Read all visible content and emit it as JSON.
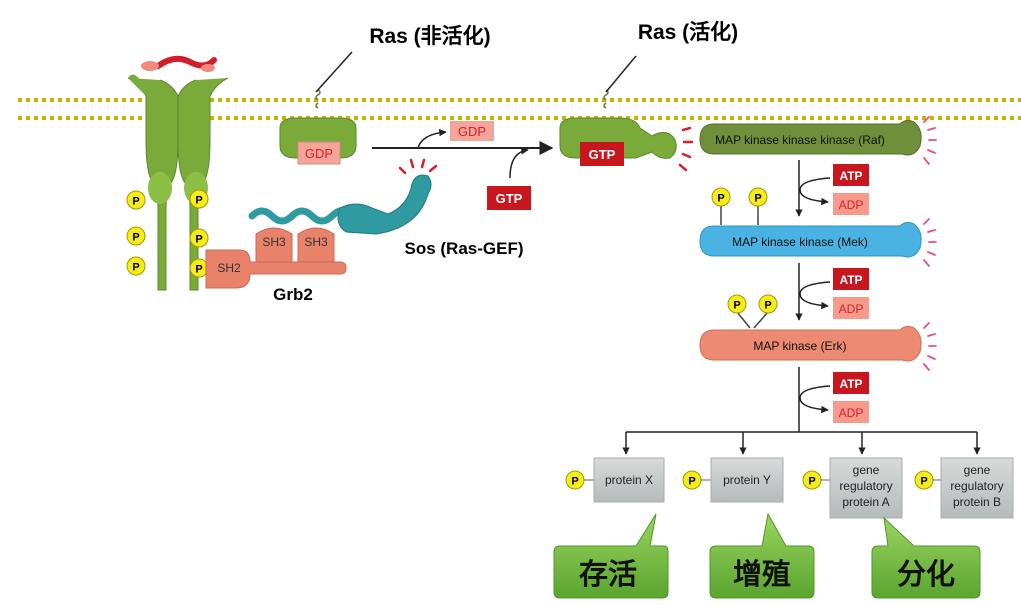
{
  "labels": {
    "ras_inactive": "Ras (非活化)",
    "ras_active": "Ras (活化)",
    "sos": "Sos (Ras-GEF)",
    "grb2": "Grb2",
    "sh2": "SH2",
    "sh3_a": "SH3",
    "sh3_b": "SH3",
    "gdp_bound": "GDP",
    "gdp_released": "GDP",
    "gtp_incoming": "GTP",
    "gtp_bound": "GTP",
    "raf": "MAP kinase kinase kinase (Raf)",
    "mek": "MAP kinase kinase (Mek)",
    "erk": "MAP kinase (Erk)",
    "atp1": "ATP",
    "adp1": "ADP",
    "atp2": "ATP",
    "adp2": "ADP",
    "atp3": "ATP",
    "adp3": "ADP",
    "phospho": "P",
    "target_x": "protein X",
    "target_y": "protein Y",
    "target_a": [
      "gene",
      "regulatory",
      "protein A"
    ],
    "target_b": [
      "gene",
      "regulatory",
      "protein B"
    ],
    "outcome_survival": "存活",
    "outcome_proliferation": "增殖",
    "outcome_differentiation": "分化"
  },
  "colors": {
    "membrane": "#c8b400",
    "receptor": "#7aab3a",
    "ras": "#7aab3a",
    "grb2": "#e8826b",
    "sos": "#2f9aa0",
    "raf": "#6f8f3a",
    "mek": "#4ab3e3",
    "erk": "#ec8a72",
    "phospho": "#f5ec1a",
    "gdp": "#f4a59a",
    "gtp": "#d8202a",
    "atp": "#c8161e",
    "adp": "#f79a8c",
    "target": "#c9cccc",
    "outcome": "#7cc242",
    "burst": "#ec4b8c"
  }
}
